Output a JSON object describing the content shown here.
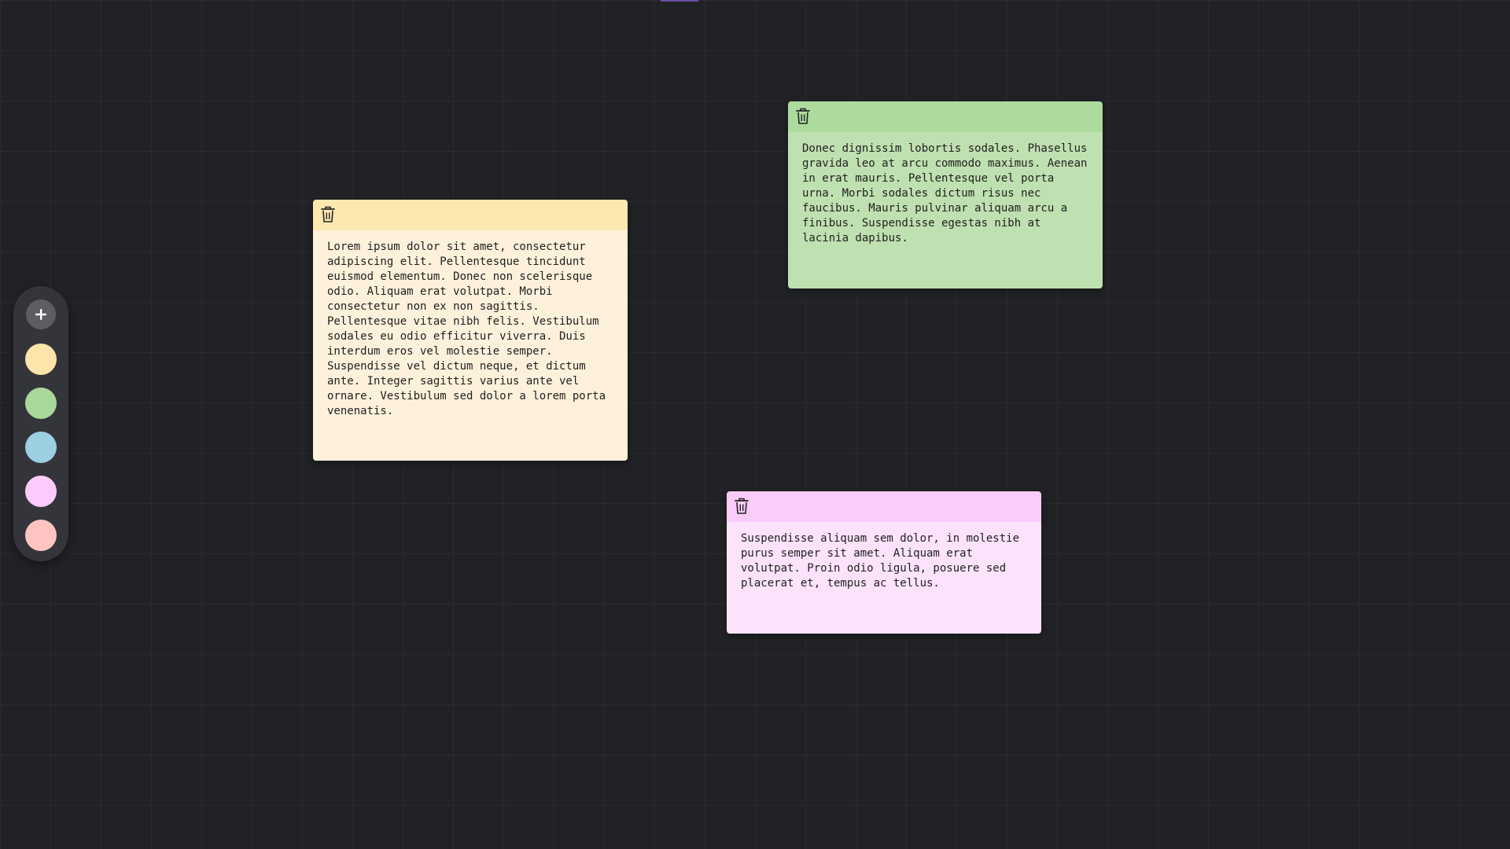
{
  "colors": {
    "background": "#212226",
    "grid_line": "#2a2b30",
    "toolbar": "#34353a",
    "add_button": "#5d5e63"
  },
  "toolbar": {
    "add_icon": "plus-icon",
    "swatches": [
      {
        "name": "yellow",
        "color": "#fde4aa"
      },
      {
        "name": "green",
        "color": "#a9d89b"
      },
      {
        "name": "blue",
        "color": "#9ccfe0"
      },
      {
        "name": "pink",
        "color": "#fccbfc"
      },
      {
        "name": "red",
        "color": "#fdc4c2"
      }
    ]
  },
  "notes": [
    {
      "id": "note-yellow",
      "header_color": "#fde8b0",
      "body_color": "#fdf1db",
      "delete_icon": "trash-icon",
      "text": "Lorem ipsum dolor sit amet, consectetur adipiscing elit. Pellentesque tincidunt euismod elementum. Donec non scelerisque odio. Aliquam erat volutpat. Morbi consectetur non ex non sagittis. Pellentesque vitae nibh felis. Vestibulum sodales eu odio efficitur viverra. Duis interdum eros vel molestie semper. Suspendisse vel dictum neque, et dictum ante. Integer sagittis varius ante vel ornare. Vestibulum sed dolor a lorem porta venenatis."
    },
    {
      "id": "note-green",
      "header_color": "#addb9e",
      "body_color": "#bfe0b0",
      "delete_icon": "trash-icon",
      "text": "Donec dignissim lobortis sodales. Phasellus gravida leo at arcu commodo maximus. Aenean in erat mauris. Pellentesque vel porta urna. Morbi sodales dictum risus nec faucibus. Mauris pulvinar aliquam arcu a finibus. Suspendisse egestas nibh at lacinia dapibus."
    },
    {
      "id": "note-pink",
      "header_color": "#fbcbfa",
      "body_color": "#fce3fb",
      "delete_icon": "trash-icon",
      "text": "Suspendisse aliquam sem dolor, in molestie purus semper sit amet. Aliquam erat volutpat. Proin odio ligula, posuere sed placerat et, tempus ac tellus."
    }
  ]
}
